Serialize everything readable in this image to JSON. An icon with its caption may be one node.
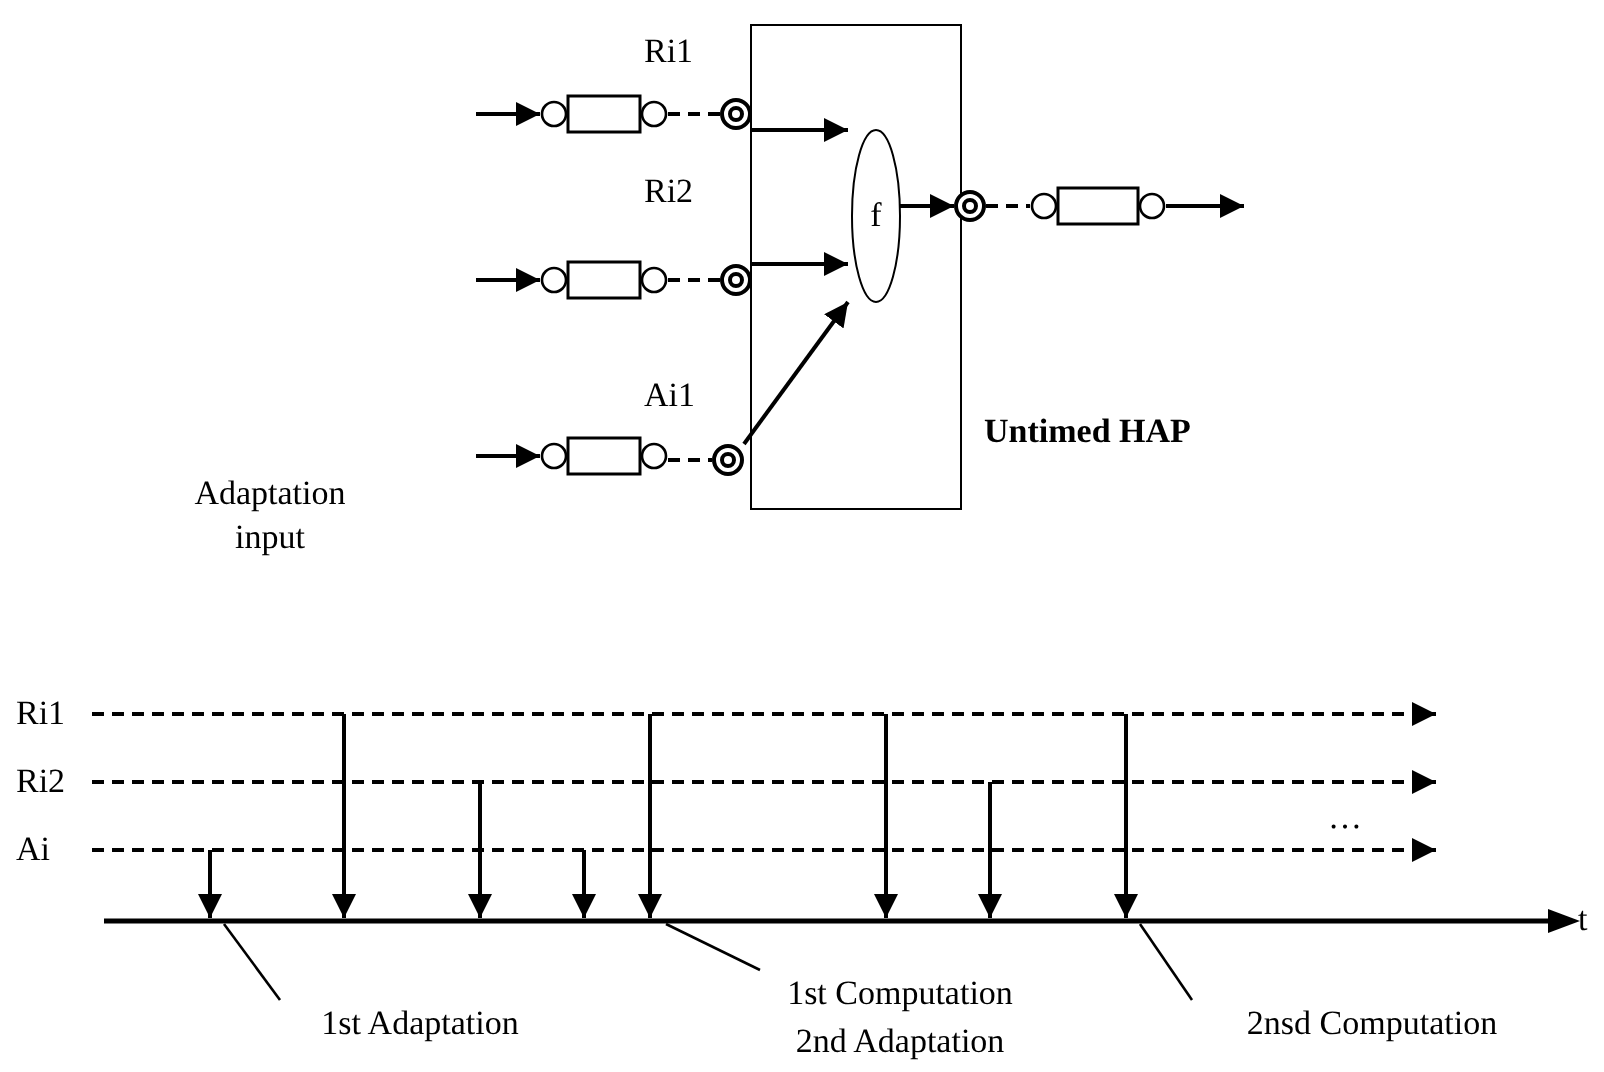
{
  "diagram": {
    "nodes": [
      {
        "text": [],
        "shape": "box",
        "beside": [
          "Untimed HAP"
        ]
      },
      {
        "text": [
          "f"
        ],
        "in": 0
      },
      {
        "text": [],
        "shape": "box"
      },
      {
        "text": [],
        "shape": "circle",
        "beside": [
          "Ri1"
        ]
      },
      {
        "text": [],
        "shape": "box"
      },
      {
        "text": [],
        "shape": "circle",
        "beside": [
          "Ri2"
        ]
      },
      {
        "text": [],
        "shape": "box"
      },
      {
        "text": [],
        "shape": "circle",
        "beside": [
          "Ai1"
        ]
      },
      {
        "text": [],
        "shape": "circle"
      },
      {
        "text": [],
        "shape": "box"
      },
      {
        "text": [
          "Ri1"
        ]
      },
      {
        "text": [
          "Ri2"
        ]
      },
      {
        "text": [
          "Ai"
        ]
      },
      {
        "text": [
          "1st Adaptation"
        ]
      },
      {
        "text": [
          "1st Computation 2nd Adaptation"
        ]
      },
      {
        "text": [
          "2nsd Computation"
        ]
      },
      {
        "text": [],
        "shape": "bar"
      }
    ],
    "edges": [
      {
        "from": null,
        "to": 2,
        "arrow": "to"
      },
      {
        "from": 2,
        "to": 3,
        "arrow": "none",
        "style": "dashed"
      },
      {
        "from": 3,
        "to": 1,
        "arrow": "to"
      },
      {
        "from": null,
        "to": 4,
        "arrow": "to"
      },
      {
        "from": 4,
        "to": 5,
        "arrow": "none",
        "style": "dashed"
      },
      {
        "from": 5,
        "to": 1,
        "arrow": "to"
      },
      {
        "from": null,
        "to": 6,
        "arrow": "to"
      },
      {
        "from": 6,
        "to": 7,
        "arrow": "none",
        "style": "dashed"
      },
      {
        "from": 7,
        "to": 1,
        "arrow": "to"
      },
      {
        "from": 1,
        "to": 8,
        "arrow": "to"
      },
      {
        "from": 8,
        "to": 9,
        "arrow": "none",
        "style": "dashed"
      },
      {
        "from": 9,
        "to": null,
        "arrow": "to"
      },
      {
        "from": 10,
        "to": null,
        "arrow": "to",
        "style": "dashed"
      },
      {
        "from": 11,
        "to": null,
        "arrow": "to",
        "style": "dashed"
      },
      {
        "from": 12,
        "to": null,
        "arrow": "to",
        "style": "dashed"
      },
      {
        "from": 13,
        "to": 16,
        "arrow": "none"
      },
      {
        "from": 14,
        "to": 16,
        "arrow": "none"
      },
      {
        "from": 15,
        "to": 16,
        "arrow": "none"
      },
      {
        "from": null,
        "to": 16,
        "arrow": "to"
      },
      {
        "from": null,
        "to": 16,
        "arrow": "to"
      },
      {
        "from": null,
        "to": 16,
        "arrow": "to"
      },
      {
        "from": null,
        "to": 16,
        "arrow": "to"
      },
      {
        "from": null,
        "to": 16,
        "arrow": "to"
      },
      {
        "from": null,
        "to": 16,
        "arrow": "to"
      },
      {
        "from": null,
        "to": 16,
        "arrow": "to"
      },
      {
        "from": null,
        "to": 16,
        "arrow": "to"
      }
    ],
    "labels": [
      "Adaptation input",
      "…",
      "t"
    ]
  }
}
